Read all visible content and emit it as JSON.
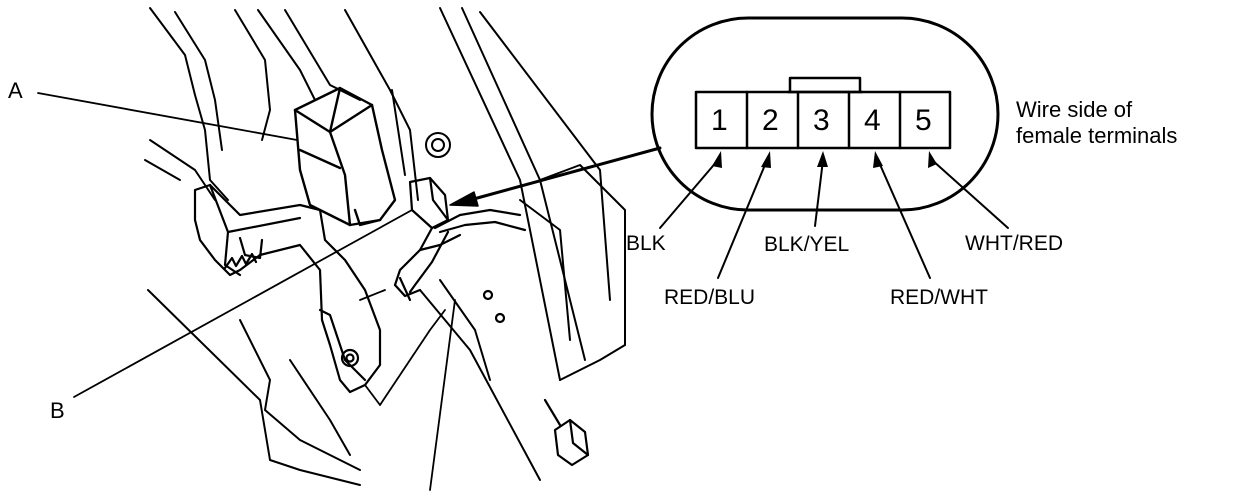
{
  "labels": {
    "a": "A",
    "b": "B"
  },
  "connector": {
    "caption_line1": "Wire side of",
    "caption_line2": "female terminals",
    "pins": [
      "1",
      "2",
      "3",
      "4",
      "5"
    ],
    "wires": [
      "BLK",
      "RED/BLU",
      "BLK/YEL",
      "RED/WHT",
      "WHT/RED"
    ]
  }
}
